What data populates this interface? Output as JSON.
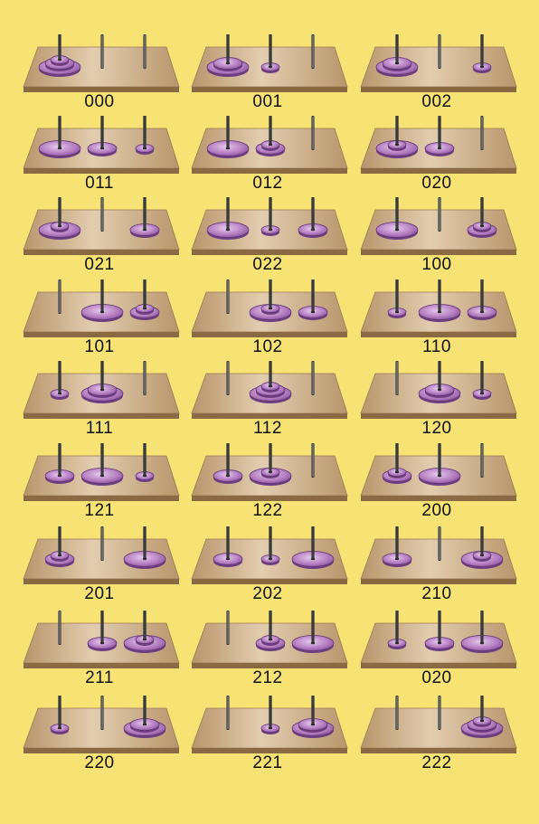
{
  "colors": {
    "background": "#f7e374",
    "board_top": "#c9ad86",
    "board_edge": "#8a6a45",
    "disk": "#b47ec0",
    "disk_edge": "#5e3570",
    "peg": "#3a3a3a"
  },
  "states": [
    {
      "label": "000",
      "pegs": [
        [
          3,
          2,
          1
        ],
        [],
        []
      ]
    },
    {
      "label": "001",
      "pegs": [
        [
          3,
          2
        ],
        [
          1
        ],
        []
      ]
    },
    {
      "label": "002",
      "pegs": [
        [
          3,
          2
        ],
        [],
        [
          1
        ]
      ]
    },
    {
      "label": "011",
      "pegs": [
        [
          3
        ],
        [
          2
        ],
        [
          1
        ]
      ]
    },
    {
      "label": "012",
      "pegs": [
        [
          3
        ],
        [
          2,
          1
        ],
        []
      ]
    },
    {
      "label": "020",
      "pegs": [
        [
          3,
          1
        ],
        [
          2
        ],
        []
      ]
    },
    {
      "label": "021",
      "pegs": [
        [
          3,
          1
        ],
        [],
        [
          2
        ]
      ]
    },
    {
      "label": "022",
      "pegs": [
        [
          3
        ],
        [
          1
        ],
        [
          2
        ]
      ]
    },
    {
      "label": "100",
      "pegs": [
        [
          3
        ],
        [],
        [
          2,
          1
        ]
      ]
    },
    {
      "label": "101",
      "pegs": [
        [],
        [
          3
        ],
        [
          2,
          1
        ]
      ]
    },
    {
      "label": "102",
      "pegs": [
        [],
        [
          3,
          1
        ],
        [
          2
        ]
      ]
    },
    {
      "label": "110",
      "pegs": [
        [
          1
        ],
        [
          3
        ],
        [
          2
        ]
      ]
    },
    {
      "label": "111",
      "pegs": [
        [
          1
        ],
        [
          3,
          2
        ],
        []
      ]
    },
    {
      "label": "112",
      "pegs": [
        [],
        [
          3,
          2,
          1
        ],
        []
      ]
    },
    {
      "label": "120",
      "pegs": [
        [],
        [
          3,
          2
        ],
        [
          1
        ]
      ]
    },
    {
      "label": "121",
      "pegs": [
        [
          2
        ],
        [
          3
        ],
        [
          1
        ]
      ]
    },
    {
      "label": "122",
      "pegs": [
        [
          2
        ],
        [
          3,
          1
        ],
        []
      ]
    },
    {
      "label": "200",
      "pegs": [
        [
          2,
          1
        ],
        [
          3
        ],
        []
      ]
    },
    {
      "label": "201",
      "pegs": [
        [
          2,
          1
        ],
        [],
        [
          3
        ]
      ]
    },
    {
      "label": "202",
      "pegs": [
        [
          2
        ],
        [
          1
        ],
        [
          3
        ]
      ]
    },
    {
      "label": "210",
      "pegs": [
        [
          2
        ],
        [],
        [
          3,
          1
        ]
      ]
    },
    {
      "label": "211",
      "pegs": [
        [],
        [
          2
        ],
        [
          3,
          1
        ]
      ]
    },
    {
      "label": "212",
      "pegs": [
        [],
        [
          2,
          1
        ],
        [
          3
        ]
      ]
    },
    {
      "label": "020",
      "pegs": [
        [
          1
        ],
        [
          2
        ],
        [
          3
        ]
      ]
    },
    {
      "label": "220",
      "pegs": [
        [
          1
        ],
        [],
        [
          3,
          2
        ]
      ]
    },
    {
      "label": "221",
      "pegs": [
        [],
        [
          1
        ],
        [
          3,
          2
        ]
      ]
    },
    {
      "label": "222",
      "pegs": [
        [],
        [],
        [
          3,
          2,
          1
        ]
      ]
    }
  ]
}
